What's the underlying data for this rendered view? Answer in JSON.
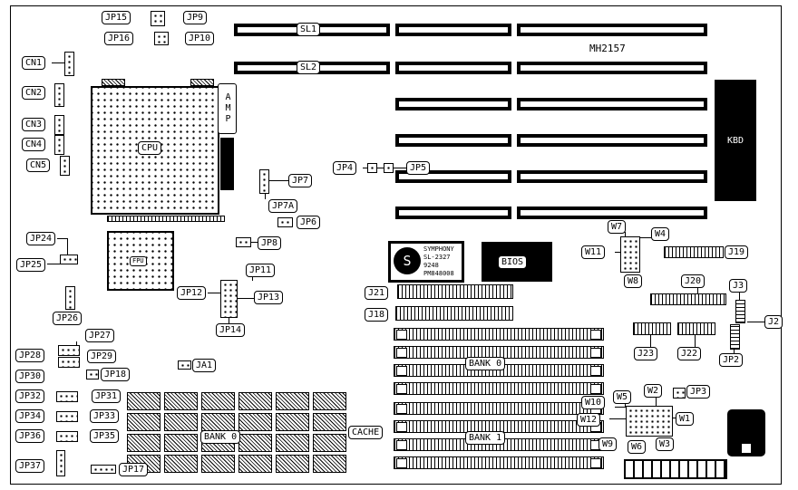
{
  "board": {
    "part_number": "MH2157",
    "colors": {
      "line": "#000000",
      "background": "#ffffff"
    }
  },
  "chips": {
    "cpu": "CPU",
    "fpu": "FPU",
    "amp": "AMP",
    "kbd": "KBD",
    "bios": "BIOS",
    "cache_label": "CACHE",
    "symphony": {
      "brand": "SYMPHONY",
      "model": "SL-2327",
      "date_code": "9248",
      "part_code": "PM848008"
    }
  },
  "slots": {
    "sl1": "SL1",
    "sl2": "SL2"
  },
  "memory": {
    "bank0": "BANK 0",
    "bank1": "BANK 1",
    "cache_bank0": "BANK 0"
  },
  "connectors": {
    "cn1": "CN1",
    "cn2": "CN2",
    "cn3": "CN3",
    "cn4": "CN4",
    "cn5": "CN5",
    "j2": "J2",
    "j3": "J3",
    "j18": "J18",
    "j19": "J19",
    "j20": "J20",
    "j21": "J21",
    "j22": "J22",
    "j23": "J23",
    "ja1": "JA1"
  },
  "jumpers": {
    "jp2": "JP2",
    "jp3": "JP3",
    "jp4": "JP4",
    "jp5": "JP5",
    "jp6": "JP6",
    "jp7": "JP7",
    "jp7a": "JP7A",
    "jp8": "JP8",
    "jp9": "JP9",
    "jp10": "JP10",
    "jp11": "JP11",
    "jp12": "JP12",
    "jp13": "JP13",
    "jp14": "JP14",
    "jp15": "JP15",
    "jp16": "JP16",
    "jp17": "JP17",
    "jp18": "JP18",
    "jp24": "JP24",
    "jp25": "JP25",
    "jp26": "JP26",
    "jp27": "JP27",
    "jp28": "JP28",
    "jp29": "JP29",
    "jp30": "JP30",
    "jp31": "JP31",
    "jp32": "JP32",
    "jp33": "JP33",
    "jp34": "JP34",
    "jp35": "JP35",
    "jp36": "JP36",
    "jp37": "JP37",
    "w1": "W1",
    "w2": "W2",
    "w3": "W3",
    "w4": "W4",
    "w5": "W5",
    "w6": "W6",
    "w7": "W7",
    "w8": "W8",
    "w9": "W9",
    "w10": "W10",
    "w11": "W11",
    "w12": "W12"
  }
}
